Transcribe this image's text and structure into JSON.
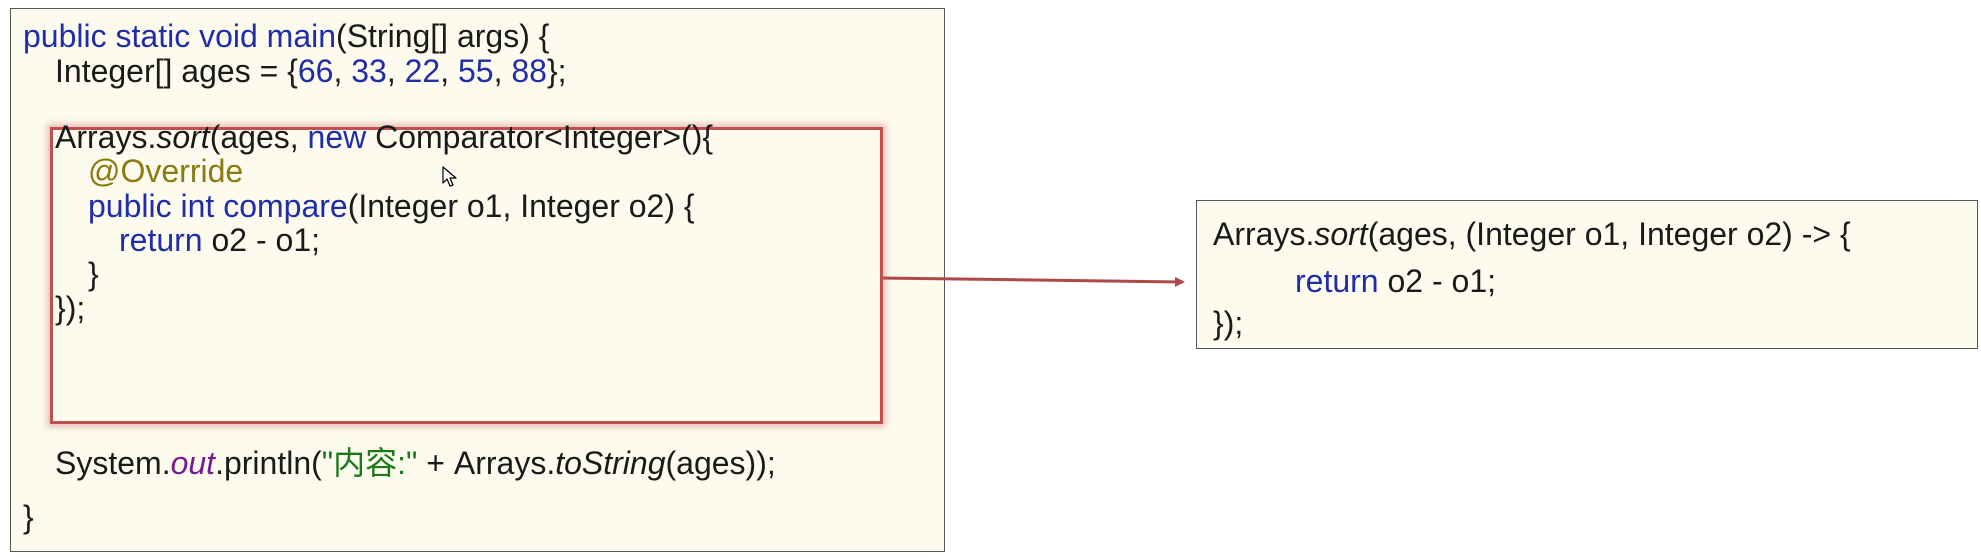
{
  "left_code": {
    "line1": {
      "t1": "public static void ",
      "t2": "main",
      "t3": "(String[] args) {"
    },
    "line2": {
      "t1": "Integer[] ages = {",
      "n1": "66",
      "c1": ", ",
      "n2": "33",
      "c2": ", ",
      "n3": "22",
      "c3": ", ",
      "n4": "55",
      "c4": ", ",
      "n5": "88",
      "t2": "};"
    },
    "line3": {
      "t1": "Arrays.",
      "t2": "sort",
      "t3": "(ages, ",
      "t4": "new ",
      "t5": "Comparator<Integer>(){"
    },
    "line4": {
      "t1": "@Override"
    },
    "line5": {
      "t1": "public int ",
      "t2": "compare",
      "t3": "(Integer o1, Integer o2) {"
    },
    "line6": {
      "t1": "return ",
      "t2": "o2 - o1;"
    },
    "line7": {
      "t1": "}"
    },
    "line8": {
      "t1": "});"
    },
    "line9": {
      "t1": "System.",
      "t2": "out",
      "t3": ".println(",
      "t4": "\"内容:\"",
      "t5": " + Arrays.",
      "t6": "toString",
      "t7": "(ages));"
    },
    "line10": {
      "t1": "}"
    }
  },
  "right_code": {
    "line1": {
      "t1": "Arrays.",
      "t2": "sort",
      "t3": "(ages, (Integer o1, Integer o2) -> {"
    },
    "line2": {
      "t1": "return ",
      "t2": "o2 - o1;"
    },
    "line3": {
      "t1": "});"
    }
  },
  "colors": {
    "keyword": "#1f2da8",
    "annotation": "#8a7a10",
    "field": "#7a1a90",
    "string": "#1a7a1a",
    "highlight_border": "#c0504d",
    "panel_background": "#fcfbee"
  },
  "icons": {
    "cursor": "mouse-pointer-icon",
    "arrow": "right-arrow-connector"
  }
}
